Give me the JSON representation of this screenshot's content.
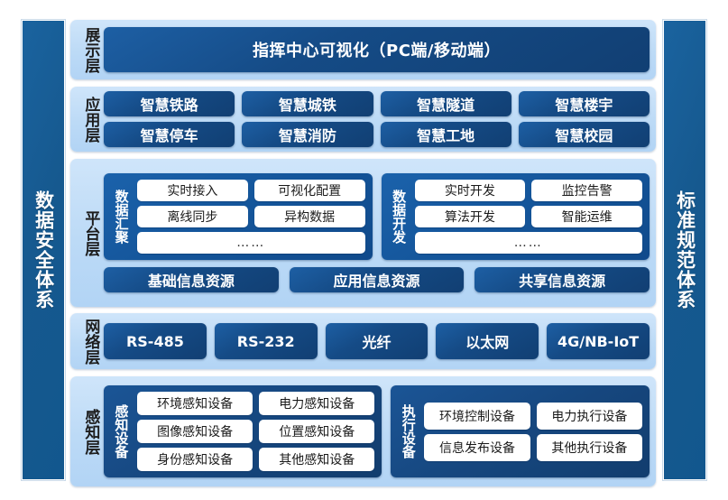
{
  "pillars": {
    "left": {
      "label": "数据安全体系",
      "name": "data-security-system"
    },
    "right": {
      "label": "标准规范体系",
      "name": "standards-specification-system"
    }
  },
  "layers": {
    "display": {
      "label": "展示层",
      "bar": "指挥中心可视化（PC端/移动端）"
    },
    "application": {
      "label": "应用层",
      "row1": [
        "智慧铁路",
        "智慧城铁",
        "智慧隧道",
        "智慧楼宇"
      ],
      "row2": [
        "智慧停车",
        "智慧消防",
        "智慧工地",
        "智慧校园"
      ]
    },
    "platform": {
      "label": "平台层",
      "groups": [
        {
          "title": "数据汇聚",
          "row1": [
            "实时接入",
            "可视化配置"
          ],
          "row2": [
            "离线同步",
            "异构数据"
          ],
          "more": "……"
        },
        {
          "title": "数据开发",
          "row1": [
            "实时开发",
            "监控告警"
          ],
          "row2": [
            "算法开发",
            "智能运维"
          ],
          "more": "……"
        }
      ],
      "resources": [
        "基础信息资源",
        "应用信息资源",
        "共享信息资源"
      ]
    },
    "network": {
      "label": "网络层",
      "items": [
        "RS-485",
        "RS-232",
        "光纤",
        "以太网",
        "4G/NB-IoT"
      ]
    },
    "perception": {
      "label": "感知层",
      "groups": [
        {
          "title": "感知设备",
          "row1": [
            "环境感知设备",
            "电力感知设备"
          ],
          "row2": [
            "图像感知设备",
            "位置感知设备"
          ],
          "row3": [
            "身份感知设备",
            "其他感知设备"
          ]
        },
        {
          "title": "执行设备",
          "row1": [
            "环境控制设备",
            "电力执行设备"
          ],
          "row2": [
            "信息发布设备",
            "其他执行设备"
          ]
        }
      ]
    }
  },
  "colors": {
    "navy": "#134a84",
    "mid_blue": "#1560ac",
    "pillar_blue": "#16598f",
    "band_light": "#bcdaf6",
    "chip_white": "#ffffff"
  }
}
